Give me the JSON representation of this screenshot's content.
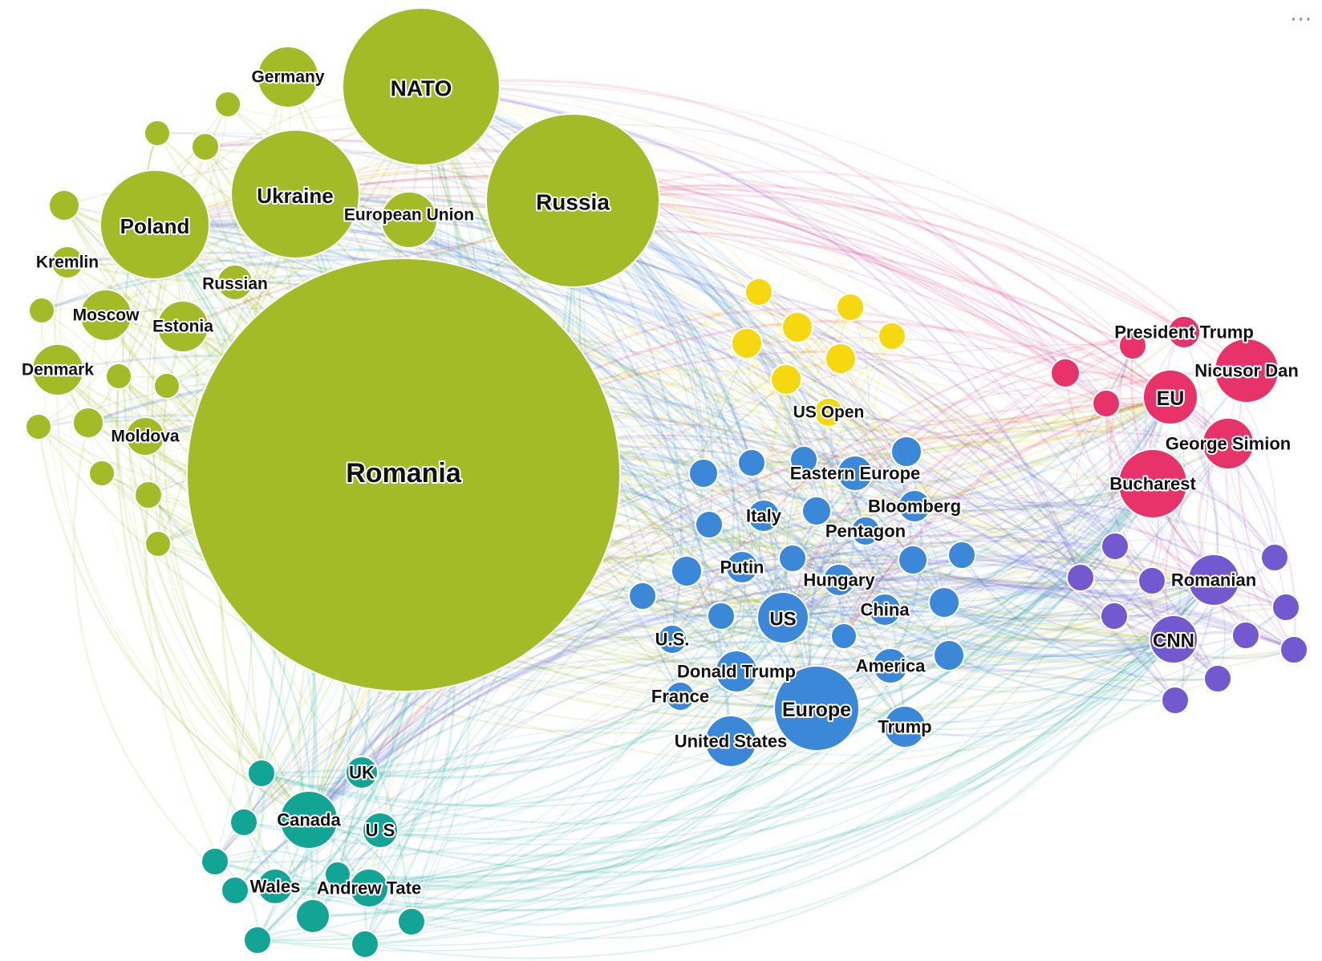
{
  "menu": {
    "icon": "more-horizontal-icon",
    "glyph": "···"
  },
  "colors": {
    "green": "#a3bb27",
    "blue": "#3b88d8",
    "yellow": "#f5d80f",
    "pink": "#e8326a",
    "purple": "#7359cf",
    "teal": "#12a596"
  },
  "nodes": [
    {
      "id": "romania",
      "label": "Romania",
      "group": "green"
    },
    {
      "id": "nato",
      "label": "NATO",
      "group": "green"
    },
    {
      "id": "russia",
      "label": "Russia",
      "group": "green"
    },
    {
      "id": "ukraine",
      "label": "Ukraine",
      "group": "green"
    },
    {
      "id": "poland",
      "label": "Poland",
      "group": "green"
    },
    {
      "id": "germany",
      "label": "Germany",
      "group": "green"
    },
    {
      "id": "european-union",
      "label": "European Union",
      "group": "green"
    },
    {
      "id": "russian",
      "label": "Russian",
      "group": "green"
    },
    {
      "id": "kremlin",
      "label": "Kremlin",
      "group": "green"
    },
    {
      "id": "moscow",
      "label": "Moscow",
      "group": "green"
    },
    {
      "id": "estonia",
      "label": "Estonia",
      "group": "green"
    },
    {
      "id": "denmark",
      "label": "Denmark",
      "group": "green"
    },
    {
      "id": "moldova",
      "label": "Moldova",
      "group": "green"
    },
    {
      "id": "g1",
      "label": "",
      "group": "green"
    },
    {
      "id": "g2",
      "label": "",
      "group": "green"
    },
    {
      "id": "g3",
      "label": "",
      "group": "green"
    },
    {
      "id": "g4",
      "label": "",
      "group": "green"
    },
    {
      "id": "g5",
      "label": "",
      "group": "green"
    },
    {
      "id": "g6",
      "label": "",
      "group": "green"
    },
    {
      "id": "g7",
      "label": "",
      "group": "green"
    },
    {
      "id": "g8",
      "label": "",
      "group": "green"
    },
    {
      "id": "g9",
      "label": "",
      "group": "green"
    },
    {
      "id": "g10",
      "label": "",
      "group": "green"
    },
    {
      "id": "g11",
      "label": "",
      "group": "green"
    },
    {
      "id": "g12",
      "label": "",
      "group": "green"
    },
    {
      "id": "us-open",
      "label": "US Open",
      "group": "yellow"
    },
    {
      "id": "y1",
      "label": "",
      "group": "yellow"
    },
    {
      "id": "y2",
      "label": "",
      "group": "yellow"
    },
    {
      "id": "y3",
      "label": "",
      "group": "yellow"
    },
    {
      "id": "y4",
      "label": "",
      "group": "yellow"
    },
    {
      "id": "y5",
      "label": "",
      "group": "yellow"
    },
    {
      "id": "y6",
      "label": "",
      "group": "yellow"
    },
    {
      "id": "y7",
      "label": "",
      "group": "yellow"
    },
    {
      "id": "europe",
      "label": "Europe",
      "group": "blue"
    },
    {
      "id": "us",
      "label": "US",
      "group": "blue"
    },
    {
      "id": "united-states",
      "label": "United States",
      "group": "blue"
    },
    {
      "id": "donald-trump",
      "label": "Donald Trump",
      "group": "blue"
    },
    {
      "id": "eastern-europe",
      "label": "Eastern Europe",
      "group": "blue"
    },
    {
      "id": "bloomberg",
      "label": "Bloomberg",
      "group": "blue"
    },
    {
      "id": "italy",
      "label": "Italy",
      "group": "blue"
    },
    {
      "id": "pentagon",
      "label": "Pentagon",
      "group": "blue"
    },
    {
      "id": "putin",
      "label": "Putin",
      "group": "blue"
    },
    {
      "id": "hungary",
      "label": "Hungary",
      "group": "blue"
    },
    {
      "id": "china",
      "label": "China",
      "group": "blue"
    },
    {
      "id": "us-dotted",
      "label": "U.S.",
      "group": "blue"
    },
    {
      "id": "america",
      "label": "America",
      "group": "blue"
    },
    {
      "id": "france",
      "label": "France",
      "group": "blue"
    },
    {
      "id": "trump",
      "label": "Trump",
      "group": "blue"
    },
    {
      "id": "b1",
      "label": "",
      "group": "blue"
    },
    {
      "id": "b2",
      "label": "",
      "group": "blue"
    },
    {
      "id": "b3",
      "label": "",
      "group": "blue"
    },
    {
      "id": "b4",
      "label": "",
      "group": "blue"
    },
    {
      "id": "b5",
      "label": "",
      "group": "blue"
    },
    {
      "id": "b6",
      "label": "",
      "group": "blue"
    },
    {
      "id": "b7",
      "label": "",
      "group": "blue"
    },
    {
      "id": "b8",
      "label": "",
      "group": "blue"
    },
    {
      "id": "b9",
      "label": "",
      "group": "blue"
    },
    {
      "id": "b10",
      "label": "",
      "group": "blue"
    },
    {
      "id": "b11",
      "label": "",
      "group": "blue"
    },
    {
      "id": "b12",
      "label": "",
      "group": "blue"
    },
    {
      "id": "b13",
      "label": "",
      "group": "blue"
    },
    {
      "id": "b14",
      "label": "",
      "group": "blue"
    },
    {
      "id": "b15",
      "label": "",
      "group": "blue"
    },
    {
      "id": "bucharest",
      "label": "Bucharest",
      "group": "pink"
    },
    {
      "id": "eu",
      "label": "EU",
      "group": "pink"
    },
    {
      "id": "nicusor-dan",
      "label": "Nicusor Dan",
      "group": "pink"
    },
    {
      "id": "george-simion",
      "label": "George Simion",
      "group": "pink"
    },
    {
      "id": "president-trump",
      "label": "President Trump",
      "group": "pink"
    },
    {
      "id": "p1",
      "label": "",
      "group": "pink"
    },
    {
      "id": "p2",
      "label": "",
      "group": "pink"
    },
    {
      "id": "p3",
      "label": "",
      "group": "pink"
    },
    {
      "id": "romanian",
      "label": "Romanian",
      "group": "purple"
    },
    {
      "id": "cnn",
      "label": "CNN",
      "group": "purple"
    },
    {
      "id": "v1",
      "label": "",
      "group": "purple"
    },
    {
      "id": "v2",
      "label": "",
      "group": "purple"
    },
    {
      "id": "v3",
      "label": "",
      "group": "purple"
    },
    {
      "id": "v4",
      "label": "",
      "group": "purple"
    },
    {
      "id": "v5",
      "label": "",
      "group": "purple"
    },
    {
      "id": "v6",
      "label": "",
      "group": "purple"
    },
    {
      "id": "v7",
      "label": "",
      "group": "purple"
    },
    {
      "id": "v8",
      "label": "",
      "group": "purple"
    },
    {
      "id": "v9",
      "label": "",
      "group": "purple"
    },
    {
      "id": "v10",
      "label": "",
      "group": "purple"
    },
    {
      "id": "canada",
      "label": "Canada",
      "group": "teal"
    },
    {
      "id": "uk",
      "label": "UK",
      "group": "teal"
    },
    {
      "id": "u-s",
      "label": "U S",
      "group": "teal"
    },
    {
      "id": "wales",
      "label": "Wales",
      "group": "teal"
    },
    {
      "id": "andrew-tate",
      "label": "Andrew Tate",
      "group": "teal"
    },
    {
      "id": "t1",
      "label": "",
      "group": "teal"
    },
    {
      "id": "t2",
      "label": "",
      "group": "teal"
    },
    {
      "id": "t3",
      "label": "",
      "group": "teal"
    },
    {
      "id": "t4",
      "label": "",
      "group": "teal"
    },
    {
      "id": "t5",
      "label": "",
      "group": "teal"
    },
    {
      "id": "t6",
      "label": "",
      "group": "teal"
    },
    {
      "id": "t7",
      "label": "",
      "group": "teal"
    },
    {
      "id": "t8",
      "label": "",
      "group": "teal"
    },
    {
      "id": "t9",
      "label": "",
      "group": "teal"
    }
  ]
}
